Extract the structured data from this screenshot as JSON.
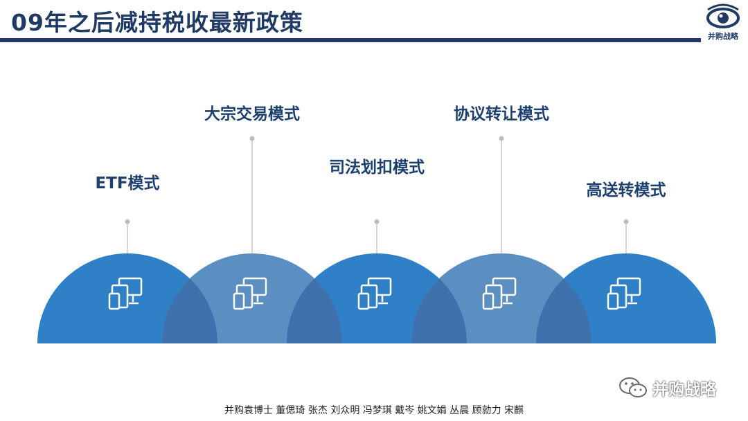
{
  "header": {
    "title": "09年之后减持税收最新政策",
    "brand_logo_text": "并购战略",
    "accent": "#1f3a64"
  },
  "modes": [
    {
      "label": "ETF模式",
      "dome_color": "#2f80c7",
      "icon": "devices-icon"
    },
    {
      "label": "大宗交易模式",
      "dome_color": "#5b8ec1",
      "icon": "devices-icon"
    },
    {
      "label": "司法划扣模式",
      "dome_color": "#2f80c7",
      "icon": "devices-icon"
    },
    {
      "label": "协议转让模式",
      "dome_color": "#5b8ec1",
      "icon": "devices-icon"
    },
    {
      "label": "高送转模式",
      "dome_color": "#2f80c7",
      "icon": "devices-icon"
    }
  ],
  "colors": {
    "overlap": "#3f72ad",
    "connector": "#c8c8c8",
    "label": "#1c3f6e"
  },
  "footer": {
    "credits": "并购袁博士 董偲琦 张杰 刘众明 冯梦琪 戴岑 姚文娟  丛晨 顾勍力 宋麒"
  },
  "watermark": {
    "text": "并购战略",
    "icon": "wechat-icon"
  }
}
